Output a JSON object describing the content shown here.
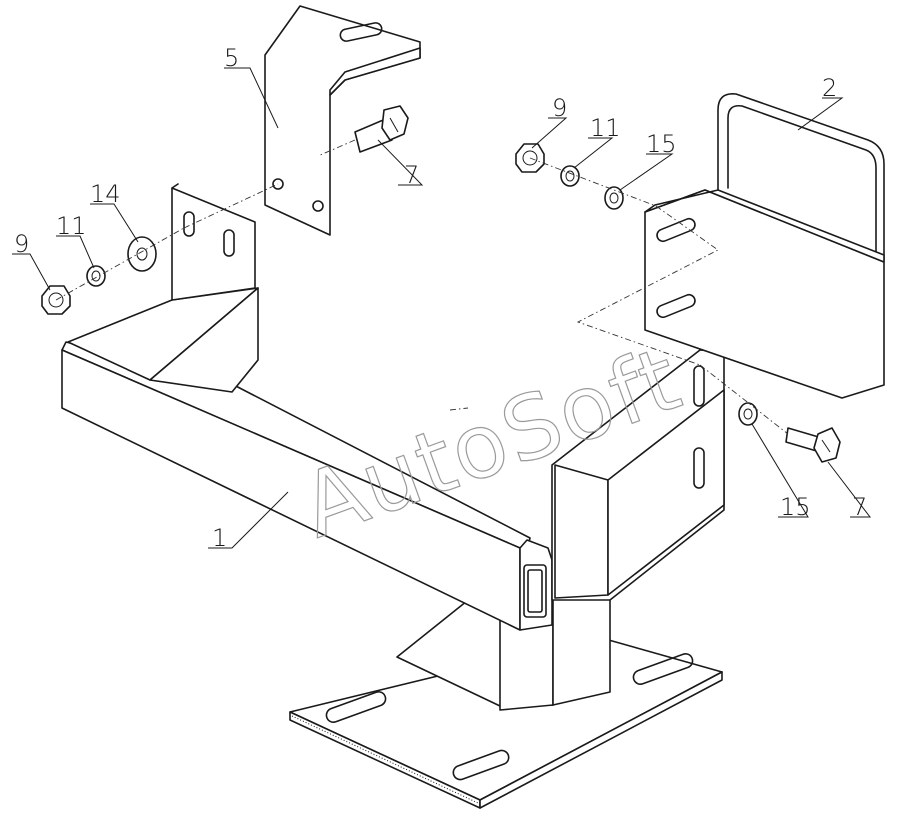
{
  "watermark": "AutoSoft",
  "callouts": {
    "part_1": "1",
    "part_2": "2",
    "part_5": "5",
    "part_7_top": "7",
    "part_7_right": "7",
    "part_9_left": "9",
    "part_9_top": "9",
    "part_11_left": "11",
    "part_11_top": "11",
    "part_14": "14",
    "part_15_top": "15",
    "part_15_right": "15"
  }
}
